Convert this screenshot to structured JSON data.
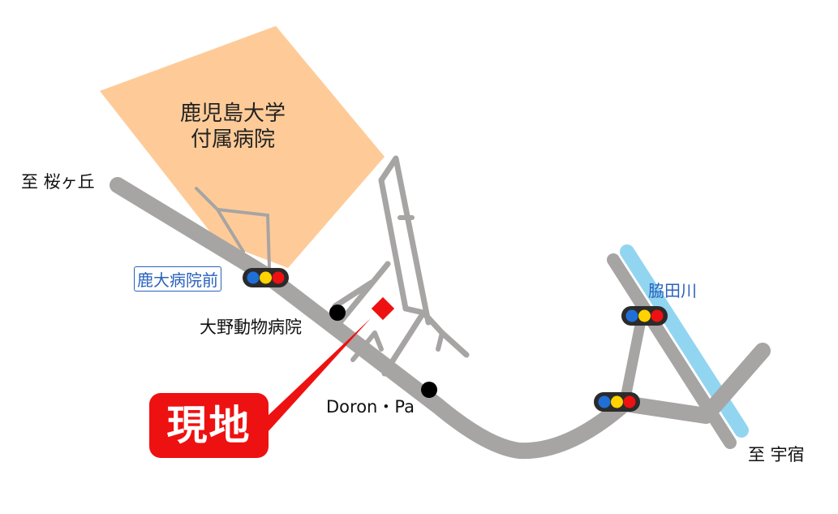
{
  "colors": {
    "road": "#a7a4a4",
    "campus": "#fecb98",
    "river": "#92d5f1",
    "marker": "#ee1111",
    "signal_blue": "#1f6fd6",
    "signal_yellow": "#ffd200",
    "signal_red": "#ee1111",
    "label_blue": "#2a62bd"
  },
  "labels": {
    "hospital_line1": "鹿児島大学",
    "hospital_line2": "付属病院",
    "to_sakuragaoka": "至 桜ヶ丘",
    "to_usuki": "至 宇宿",
    "intersection": "鹿大病院前",
    "animal_hospital": "大野動物病院",
    "doron": "Doron・Pa",
    "river": "脇田川",
    "site": "現地"
  },
  "icons": {
    "signals": [
      "traffic-signal-icon",
      "traffic-signal-icon",
      "traffic-signal-icon"
    ],
    "landmark": "landmark-dot-icon",
    "site": "site-marker-icon"
  }
}
